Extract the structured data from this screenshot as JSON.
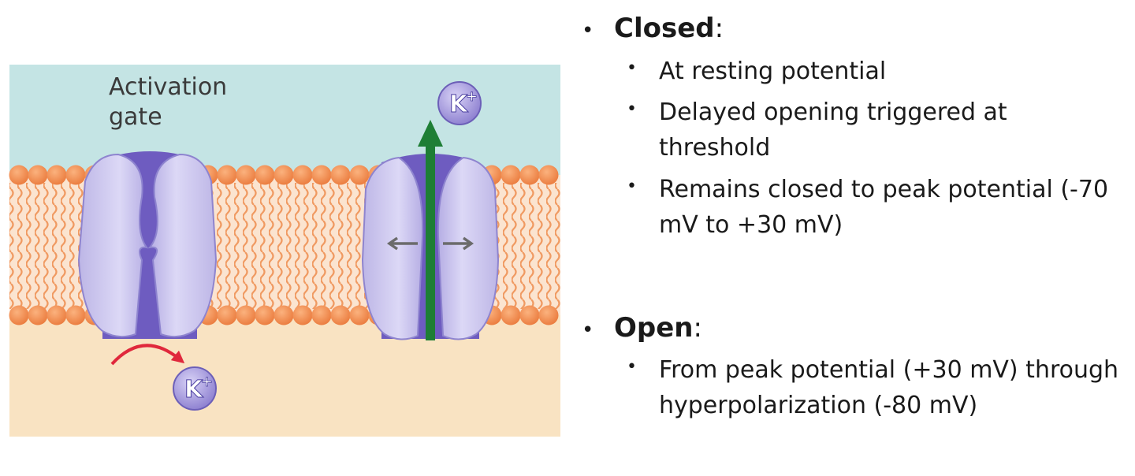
{
  "diagram": {
    "gate_label": "Activation gate",
    "ion_label": "K",
    "ion_charge": "+",
    "colors": {
      "extracellular": "#c4e4e4",
      "intracellular": "#f9e3c2",
      "phospholipid_head": "#f28c50",
      "tail": "#f09a62",
      "channel_outer": "#c9c4ec",
      "channel_core": "#7d6cc6",
      "efflux_arrow": "#1e7e35",
      "move_arrow": "#e0283c"
    }
  },
  "states": [
    {
      "heading": "Closed",
      "items": [
        "At resting potential",
        "Delayed opening triggered at threshold",
        "Remains closed to peak potential (-70 mV to +30 mV)"
      ]
    },
    {
      "heading": "Open",
      "items": [
        "From peak potential (+30 mV) through hyperpolarization (-80 mV)"
      ]
    }
  ]
}
